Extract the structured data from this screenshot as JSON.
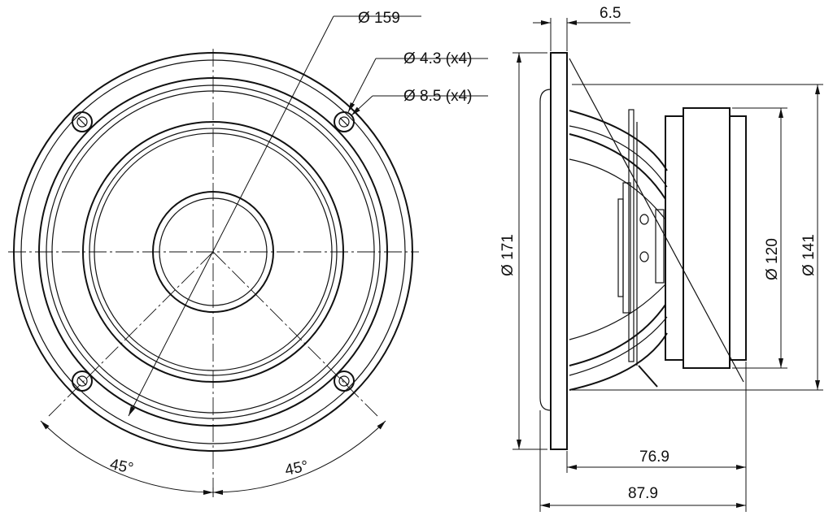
{
  "title": "Loudspeaker driver dimension drawing",
  "front_view": {
    "outer_diameter": "Ø 159",
    "hole_diameter": "Ø 4.3 (x4)",
    "counterbore_diameter": "Ø 8.5 (x4)",
    "angle_left": "45°",
    "angle_right": "45°"
  },
  "side_view": {
    "flange_thickness": "6.5",
    "frame_diameter": "Ø 171",
    "magnet_diameter": "Ø 120",
    "basket_diameter": "Ø 141",
    "mounting_depth": "76.9",
    "total_depth": "87.9"
  }
}
